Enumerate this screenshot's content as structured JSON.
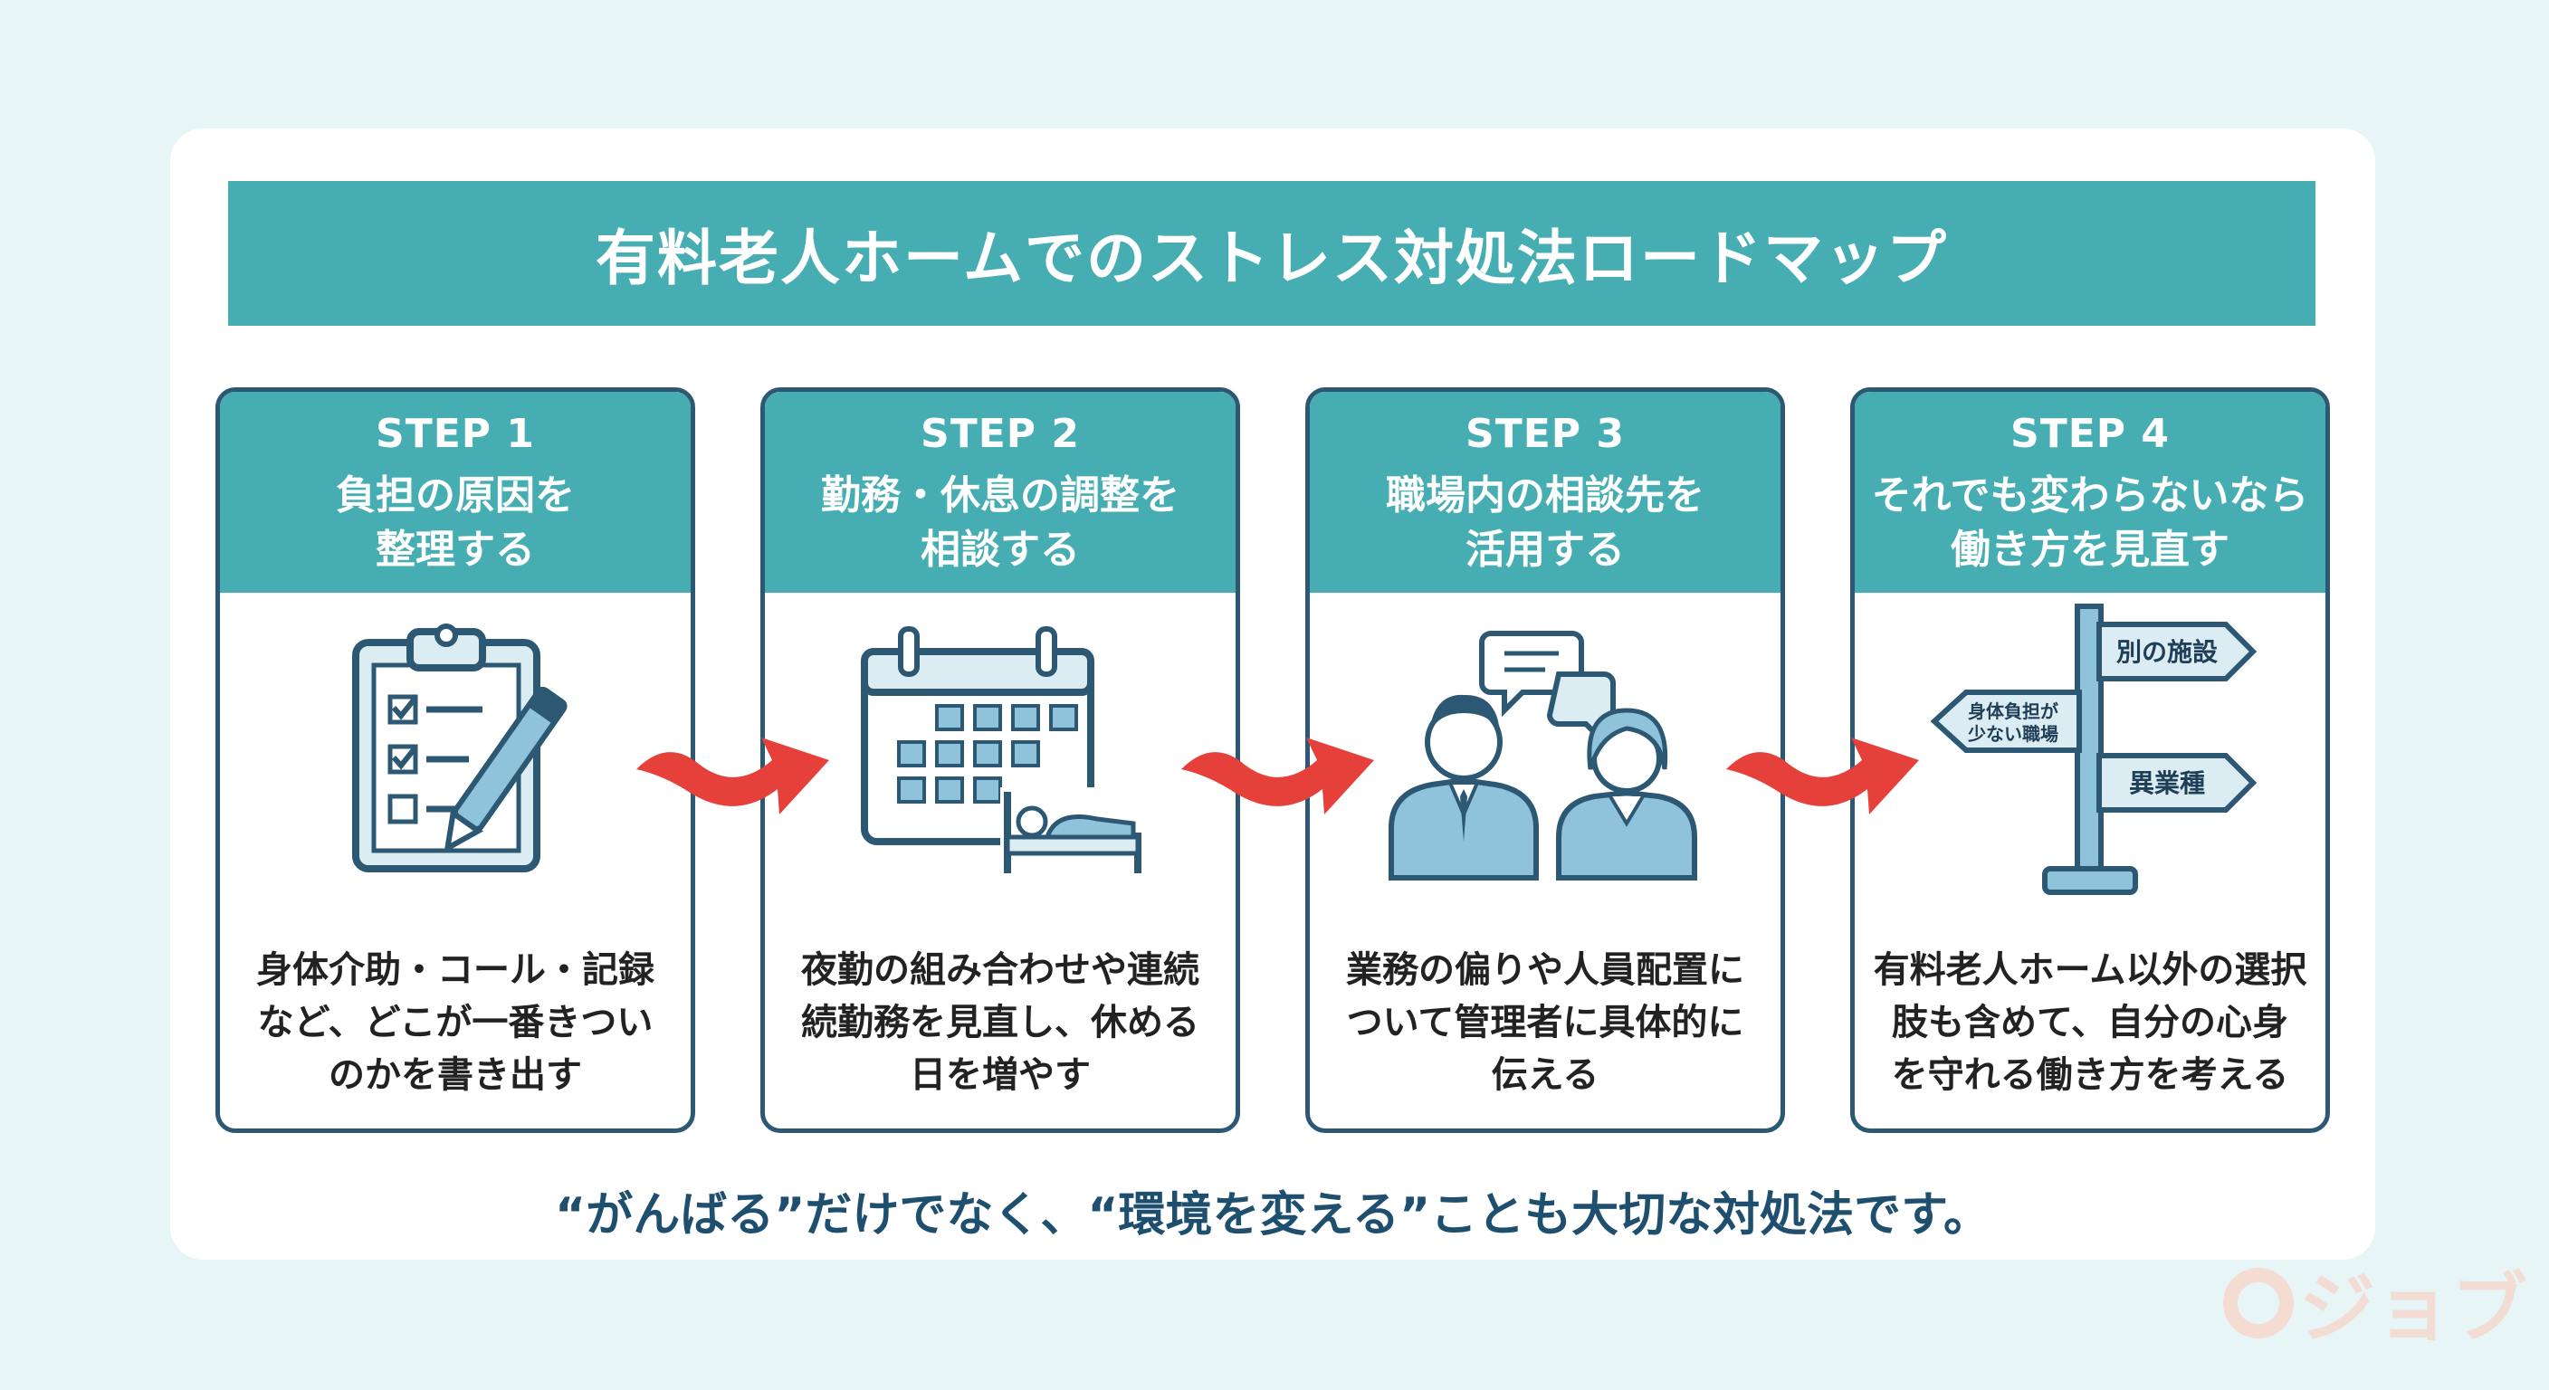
{
  "title": "有料老人ホームでのストレス対処法ロードマップ",
  "steps": [
    {
      "label": "STEP 1",
      "title": "負担の原因を\n整理する",
      "icon": "clipboard-checklist-icon",
      "text": "身体介助・コール・記録\nなど、どこが一番きつい\nのかを書き出す"
    },
    {
      "label": "STEP 2",
      "title": "勤務・休息の調整を\n相談する",
      "icon": "calendar-bed-icon",
      "text": "夜勤の組み合わせや連続\n続勤務を見直し、休める\n日を増やす"
    },
    {
      "label": "STEP 3",
      "title": "職場内の相談先を\n活用する",
      "icon": "people-consultation-icon",
      "text": "業務の偏りや人員配置に\nついて管理者に具体的に\n伝える"
    },
    {
      "label": "STEP 4",
      "title": "それでも変わらないなら\n働き方を見直す",
      "icon": "signpost-icon",
      "text": "有料老人ホーム以外の選択\n肢も含めて、自分の心身\nを守れる働き方を考える",
      "signs": {
        "top": "別の施設",
        "middle_line1": "身体負担が",
        "middle_line2": "少ない職場",
        "bottom": "異業種"
      }
    }
  ],
  "footer": "“がんばる”だけでなく、“環境を変える”ことも大切な対処法です。",
  "watermark": "ジョブ",
  "colors": {
    "teal": "#46aeb2",
    "navy": "#2c5873",
    "arrow_red": "#e5413a",
    "background": "#e8f5f6"
  }
}
